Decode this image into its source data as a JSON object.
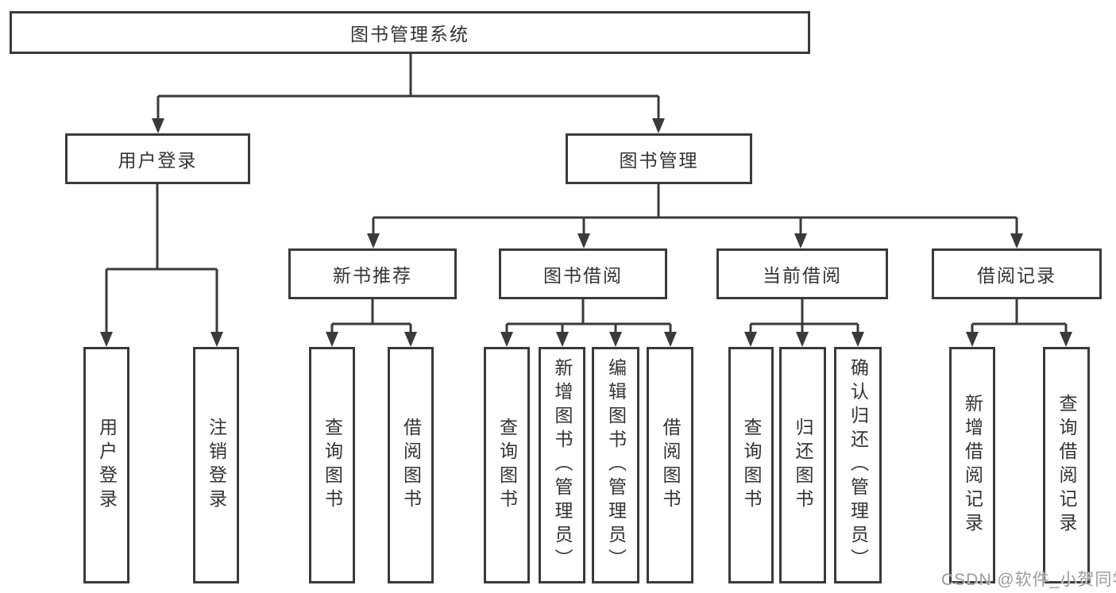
{
  "diagram": {
    "root": {
      "label": "图书管理系统"
    },
    "level2": [
      {
        "label": "用户登录"
      },
      {
        "label": "图书管理"
      }
    ],
    "level3": [
      {
        "label": "新书推荐"
      },
      {
        "label": "图书借阅"
      },
      {
        "label": "当前借阅"
      },
      {
        "label": "借阅记录"
      }
    ],
    "leaves": {
      "user_login": [
        {
          "label": "用户登录"
        },
        {
          "label": "注销登录"
        }
      ],
      "new_book": [
        {
          "label": "查询图书"
        },
        {
          "label": "借阅图书"
        }
      ],
      "book_borrow": [
        {
          "label": "查询图书"
        },
        {
          "label": "新增图书（管理员）"
        },
        {
          "label": "编辑图书（管理员）"
        },
        {
          "label": "借阅图书"
        }
      ],
      "current_borrow": [
        {
          "label": "查询图书"
        },
        {
          "label": "归还图书"
        },
        {
          "label": "确认归还（管理员）"
        }
      ],
      "borrow_records": [
        {
          "label": "新增借阅记录"
        },
        {
          "label": "查询借阅记录"
        }
      ]
    },
    "colors": {
      "line": "#3a3a3a",
      "text": "#333333",
      "watermark": "#9b9b9b"
    }
  },
  "watermark": {
    "text": "CSDN @软件_小贺同学"
  }
}
